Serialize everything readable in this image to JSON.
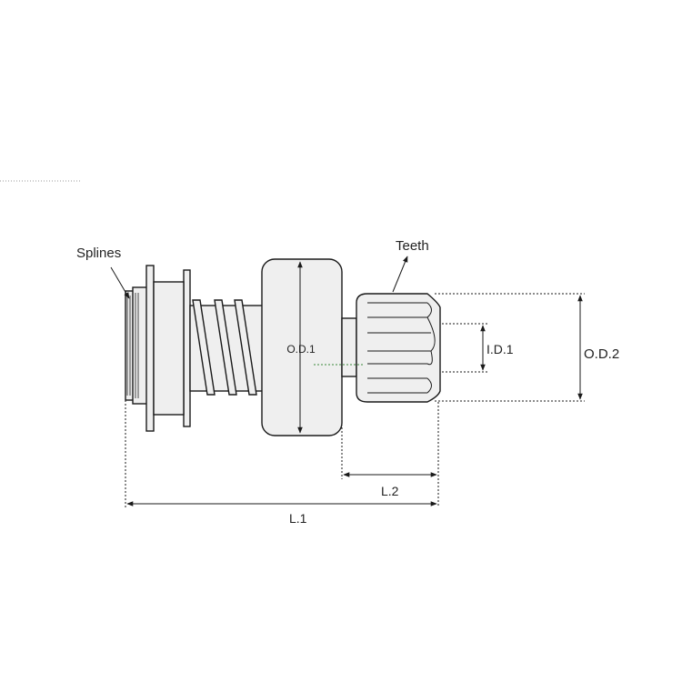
{
  "labels": {
    "splines": "Splines",
    "teeth": "Teeth",
    "od1": "O.D.1",
    "id1": "I.D.1",
    "od2": "O.D.2",
    "l1": "L.1",
    "l2": "L.2"
  },
  "colors": {
    "stroke": "#1a1a1a",
    "part_fill": "#efefef",
    "background": "#ffffff"
  }
}
